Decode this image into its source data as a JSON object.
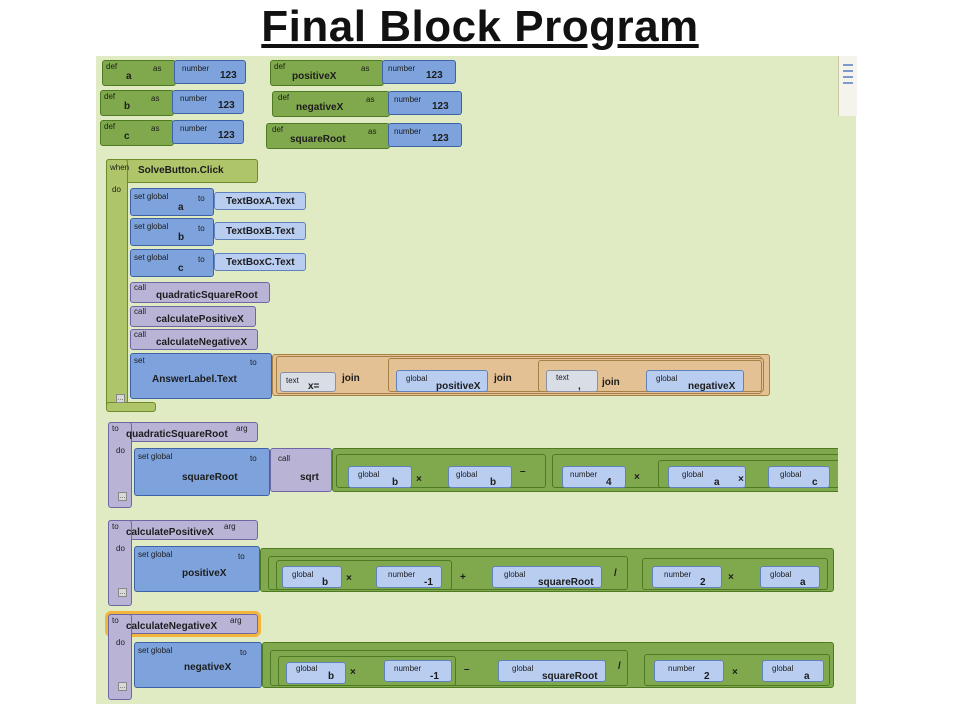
{
  "slide": {
    "title": "Final Block Program"
  },
  "defs": [
    {
      "kw": "def",
      "name": "a",
      "as": "as",
      "type": "number",
      "value": "123"
    },
    {
      "kw": "def",
      "name": "b",
      "as": "as",
      "type": "number",
      "value": "123"
    },
    {
      "kw": "def",
      "name": "c",
      "as": "as",
      "type": "number",
      "value": "123"
    },
    {
      "kw": "def",
      "name": "positiveX",
      "as": "as",
      "type": "number",
      "value": "123"
    },
    {
      "kw": "def",
      "name": "negativeX",
      "as": "as",
      "type": "number",
      "value": "123"
    },
    {
      "kw": "def",
      "name": "squareRoot",
      "as": "as",
      "type": "number",
      "value": "123"
    }
  ],
  "event": {
    "when": "when",
    "name": "SolveButton.Click",
    "do": "do",
    "sets": [
      {
        "kw": "set global",
        "var": "a",
        "to": "to",
        "value": "TextBoxA.Text"
      },
      {
        "kw": "set global",
        "var": "b",
        "to": "to",
        "value": "TextBoxB.Text"
      },
      {
        "kw": "set global",
        "var": "c",
        "to": "to",
        "value": "TextBoxC.Text"
      }
    ],
    "calls": [
      {
        "kw": "call",
        "name": "quadraticSquareRoot"
      },
      {
        "kw": "call",
        "name": "calculatePositiveX"
      },
      {
        "kw": "call",
        "name": "calculateNegativeX"
      }
    ],
    "final": {
      "kw": "set",
      "target": "AnswerLabel.Text",
      "to": "to",
      "text1": "text",
      "text1_val": "x=",
      "join": "join",
      "g1": "global",
      "g1_val": "positiveX",
      "text2": "text",
      "text2_val": ",",
      "g2": "global",
      "g2_val": "negativeX"
    },
    "collapse": "..."
  },
  "procs": {
    "quadratic": {
      "to": "to",
      "name": "quadraticSquareRoot",
      "arg": "arg",
      "do": "do",
      "set": "set global",
      "var": "squareRoot",
      "set_to": "to",
      "call": "call",
      "fn": "sqrt",
      "global": "global",
      "b": "b",
      "times": "×",
      "minus": "–",
      "number": "number",
      "four": "4",
      "a": "a",
      "c": "c",
      "collapse": "..."
    },
    "pos": {
      "to": "to",
      "name": "calculatePositiveX",
      "arg": "arg",
      "do": "do",
      "set": "set global",
      "var": "positiveX",
      "set_to": "to",
      "global": "global",
      "b": "b",
      "times": "×",
      "number": "number",
      "neg1": "-1",
      "plus": "+",
      "sq": "squareRoot",
      "div": "/",
      "two": "2",
      "a": "a",
      "collapse": "..."
    },
    "neg": {
      "to": "to",
      "name": "calculateNegativeX",
      "arg": "arg",
      "do": "do",
      "set": "set global",
      "var": "negativeX",
      "set_to": "to",
      "global": "global",
      "b": "b",
      "times": "×",
      "number": "number",
      "neg1": "-1",
      "minus": "–",
      "sq": "squareRoot",
      "div": "/",
      "two": "2",
      "a": "a",
      "collapse": "..."
    }
  }
}
